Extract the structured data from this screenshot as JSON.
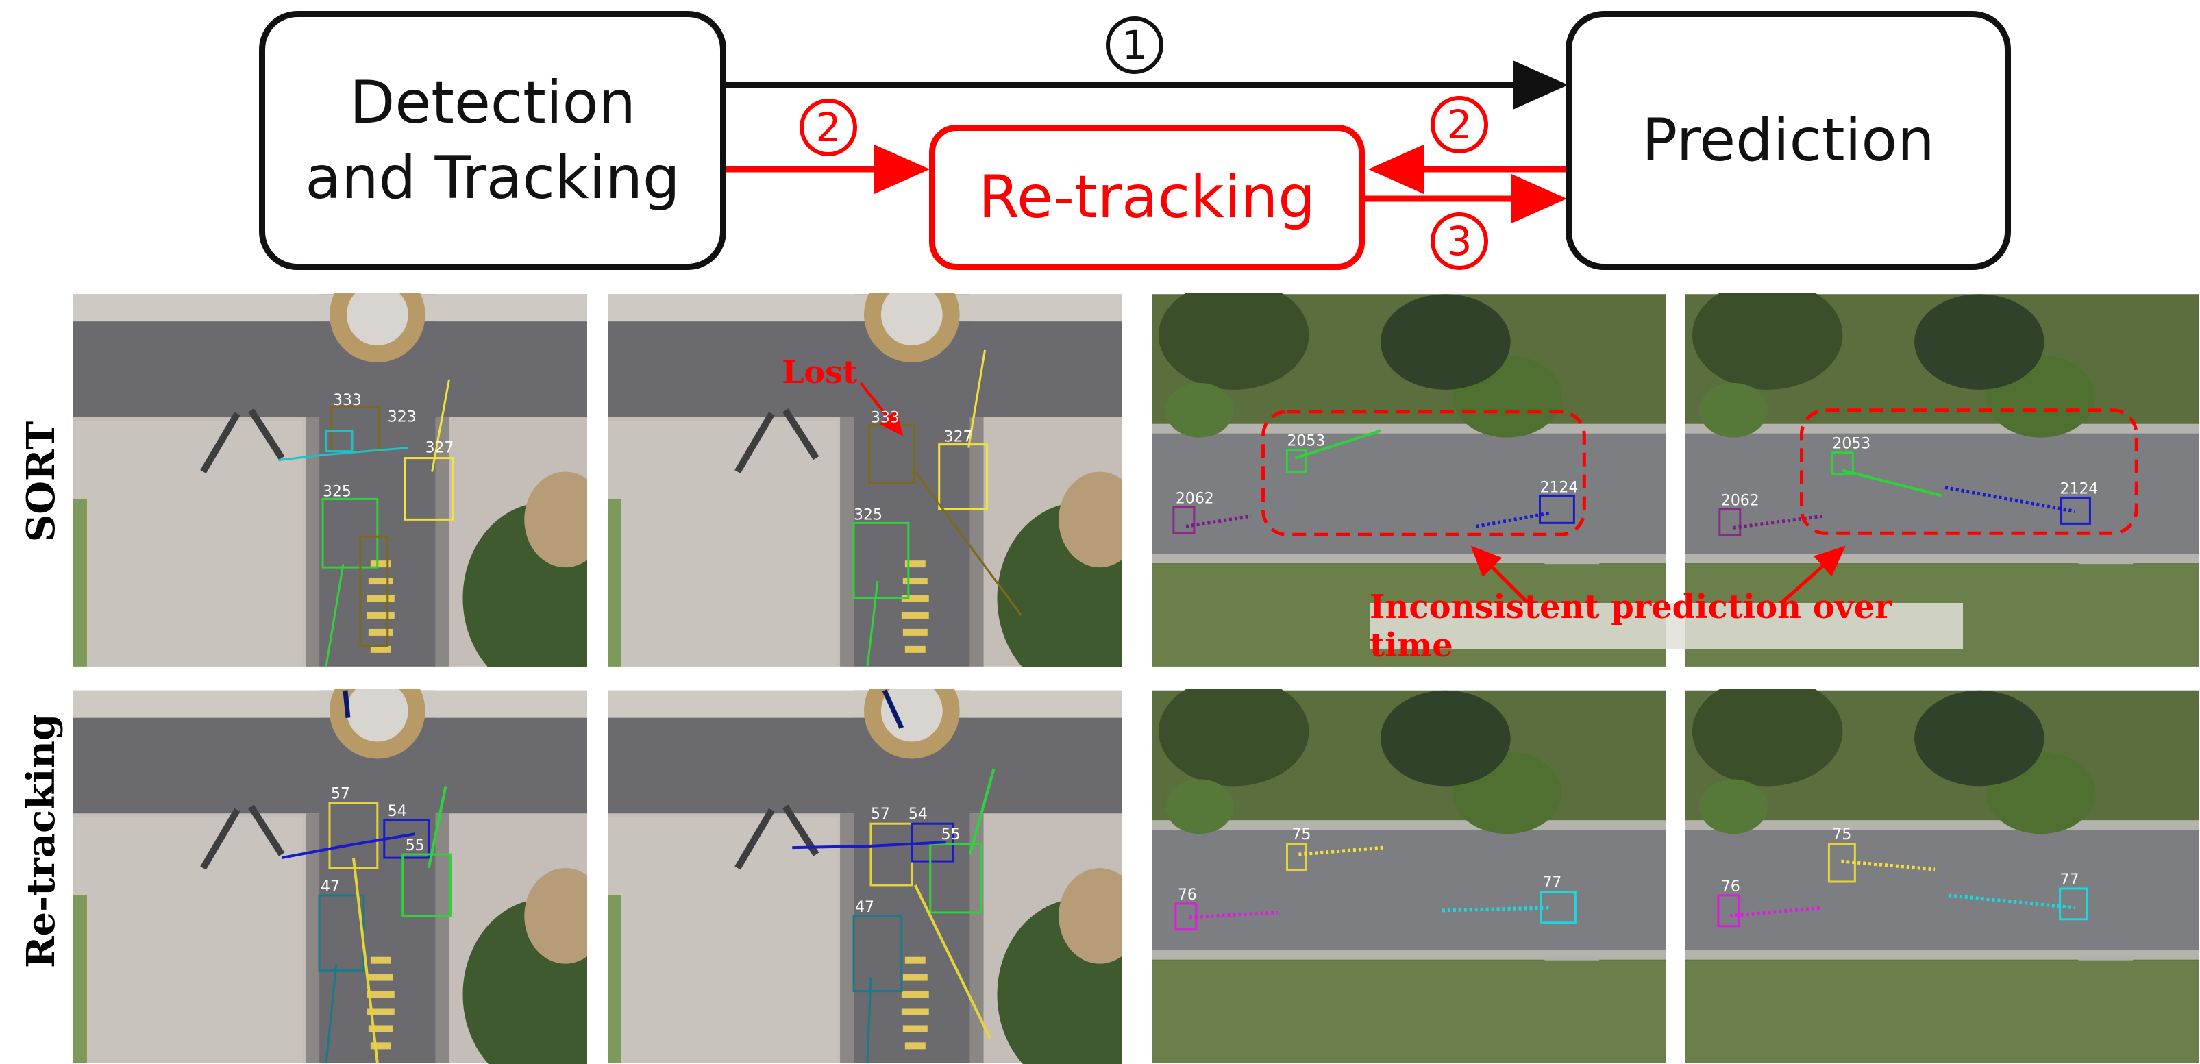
{
  "diagram": {
    "nodes": {
      "detection": "Detection\nand Tracking",
      "retracking": "Re-tracking",
      "prediction": "Prediction"
    },
    "step_labels": {
      "top_arrow": "1",
      "to_retracking": "2",
      "prediction_to_retracking": "2",
      "retracking_to_prediction": "3"
    }
  },
  "row_labels": {
    "top": "SORT",
    "bottom": "Re-tracking"
  },
  "annotations": {
    "lost": "Lost",
    "inconsistent": "Inconsistent prediction over time"
  },
  "colors": {
    "arrow_black": "#111111",
    "arrow_red": "#ff0000"
  },
  "panels": {
    "sort_int_1": [
      "333",
      "323",
      "327",
      "325"
    ],
    "sort_int_2": [
      "333",
      "327",
      "325"
    ],
    "sort_park_1": [
      "2053",
      "2062",
      "2124"
    ],
    "sort_park_2": [
      "2053",
      "2062",
      "2124"
    ],
    "retrack_int_1": [
      "57",
      "54",
      "55",
      "47"
    ],
    "retrack_int_2": [
      "57",
      "54",
      "55",
      "47"
    ],
    "retrack_park_1": [
      "75",
      "76",
      "77"
    ],
    "retrack_park_2": [
      "75",
      "76",
      "77"
    ]
  }
}
